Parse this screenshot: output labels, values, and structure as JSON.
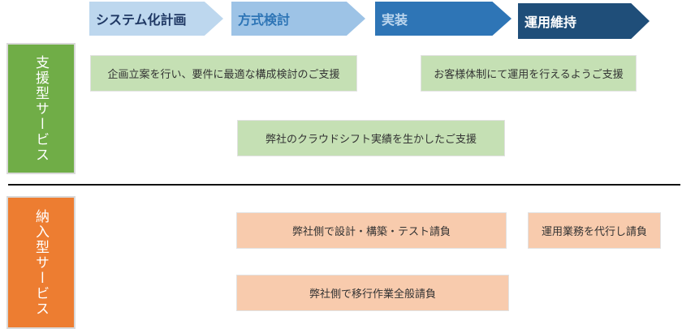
{
  "phases": [
    "システム化計画",
    "方式検討",
    "実装",
    "運用維持"
  ],
  "rows": {
    "support": {
      "label": "支援型サービス",
      "items": [
        "企画立案を行い、要件に最適な構成検討のご支援",
        "お客様体制にて運用を行えるようご支援",
        "弊社のクラウドシフト実績を生かしたご支援"
      ]
    },
    "delivery": {
      "label": "納入型サービス",
      "items": [
        "弊社側で設計・構築・テスト請負",
        "運用業務を代行し請負",
        "弊社側で移行作業全般請負"
      ]
    }
  },
  "colors": {
    "phase1": "#bdd7ee",
    "phase2": "#9dc3e6",
    "phase3": "#2e75b6",
    "phase4": "#1f4e79",
    "support": "#70ad47",
    "delivery": "#ed7d31"
  }
}
